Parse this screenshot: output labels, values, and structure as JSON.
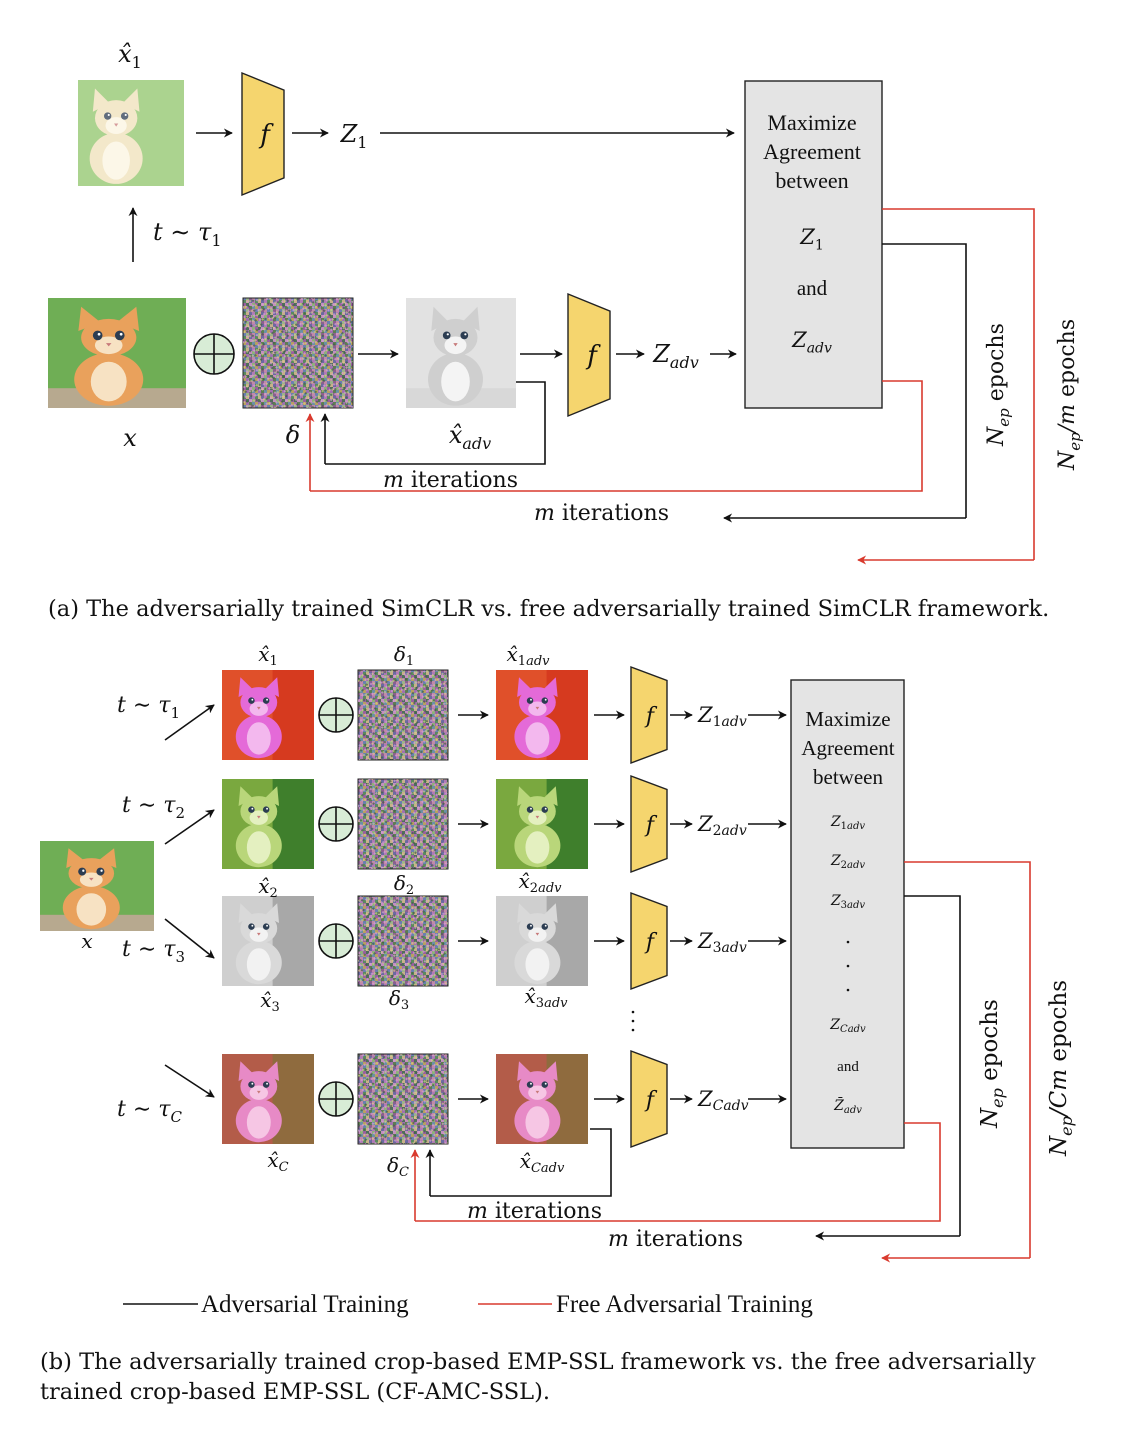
{
  "part_a": {
    "x_hat_1": "x̂₁",
    "x": "x",
    "t_tau_1": "t ∼ τ₁",
    "f_label": "f",
    "z_1": "Z₁",
    "delta": "δ",
    "x_hat_adv": "x̂adv",
    "z_adv": "Zadv",
    "box": {
      "line1": "Maximize",
      "line2": "Agreement",
      "line3": "between",
      "z1": "Z₁",
      "and": "and",
      "zadv": "Zadv"
    },
    "inner_loop": "m iterations",
    "outer_loop": "m iterations",
    "epochs_black": "Nep epochs",
    "epochs_red": "Nep/m epochs",
    "caption": "(a) The adversarially trained SimCLR vs.  free adversarially trained SimCLR framework."
  },
  "part_b": {
    "x": "x",
    "rows": [
      {
        "t": "t ∼ τ₁",
        "xhat": "x̂₁",
        "delta": "δ₁",
        "xadv": "x̂₁adv",
        "z": "Z₁adv"
      },
      {
        "t": "t ∼ τ₂",
        "xhat": "x̂₂",
        "delta": "δ₂",
        "xadv": "x̂₂adv",
        "z": "Z₂adv"
      },
      {
        "t": "t ∼ τ₃",
        "xhat": "x̂₃",
        "delta": "δ₃",
        "xadv": "x̂₃adv",
        "z": "Z₃adv"
      },
      {
        "t": "t ∼ τC",
        "xhat": "x̂C",
        "delta": "δC",
        "xadv": "x̂Cadv",
        "z": "ZCadv"
      }
    ],
    "f_label": "f",
    "box": {
      "line1": "Maximize",
      "line2": "Agreement",
      "line3": "between",
      "z1": "Z₁adv",
      "z2": "Z₂adv",
      "z3": "Z₃adv",
      "zc": "ZCadv",
      "and": "and",
      "zbar": "Z̄adv"
    },
    "inner_loop": "m iterations",
    "outer_loop": "m iterations",
    "epochs_black": "Nep epochs",
    "epochs_red": "Nep/Cm epochs",
    "legend": {
      "black": "Adversarial Training",
      "red": "Free Adversarial Training"
    },
    "caption_line1": "(b) The adversarially trained crop-based EMP-SSL framework vs.  the free adversarially",
    "caption_line2": "trained crop-based EMP-SSL (CF-AMC-SSL)."
  },
  "colors": {
    "encoder_fill": "#f5d56e",
    "box_fill": "#e4e4e4",
    "red": "#d93a2e",
    "circle_fill": "#d8ecd6"
  }
}
